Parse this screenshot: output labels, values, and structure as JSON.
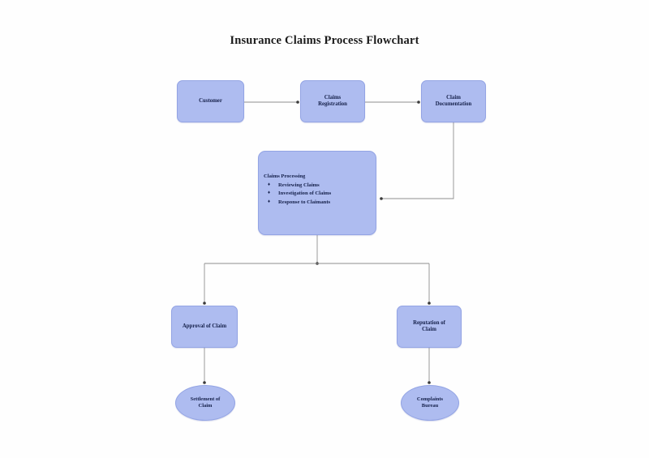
{
  "document": {
    "title": "Insurance Claims Process Flowchart",
    "background_color": "#fefefe",
    "node_fill_color": "#aebcf0",
    "node_border_color": "#93a4e4",
    "connector_color": "#8a8a8a",
    "text_color": "#15204a"
  },
  "nodes": {
    "customer": {
      "label": "Customer",
      "shape": "rounded-rectangle"
    },
    "registration": {
      "label": "Claims\nRegistration",
      "shape": "rounded-rectangle"
    },
    "documentation": {
      "label": "Claim\nDocumentation",
      "shape": "rounded-rectangle"
    },
    "processing": {
      "heading": "Claims Processing",
      "shape": "rounded-rectangle",
      "bullet_glyph": "♦",
      "items": [
        "Reviewing Claims",
        "Investigation of Claims",
        "Response to Claimants"
      ]
    },
    "approval": {
      "label": "Approval of Claim",
      "shape": "rounded-rectangle"
    },
    "reputation": {
      "label": "Reputation of\nClaim",
      "shape": "rounded-rectangle"
    },
    "settlement": {
      "label": "Settlement of\nClaim",
      "shape": "ellipse"
    },
    "complaints": {
      "label": "Complaints\nBureau",
      "shape": "ellipse"
    }
  },
  "connectors": [
    {
      "from": "customer",
      "to": "registration",
      "style": "straight-horizontal"
    },
    {
      "from": "registration",
      "to": "documentation",
      "style": "straight-horizontal"
    },
    {
      "from": "documentation",
      "to": "processing",
      "style": "elbow-down-left"
    },
    {
      "from": "processing",
      "to": "approval",
      "style": "split-down-left"
    },
    {
      "from": "processing",
      "to": "reputation",
      "style": "split-down-right"
    },
    {
      "from": "approval",
      "to": "settlement",
      "style": "straight-vertical"
    },
    {
      "from": "reputation",
      "to": "complaints",
      "style": "straight-vertical"
    }
  ]
}
